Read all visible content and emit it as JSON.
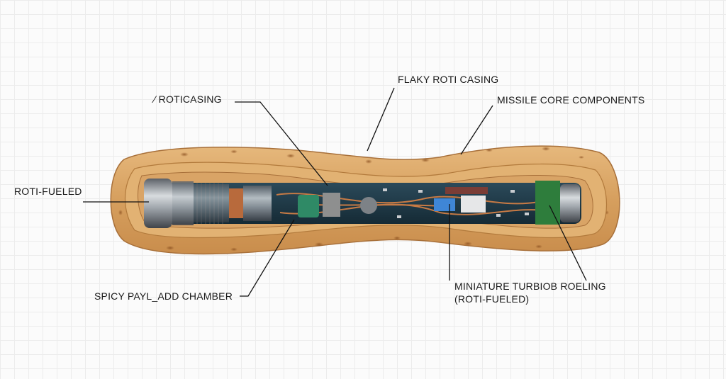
{
  "labels": {
    "roticasing_top": "∕ ROTICASING",
    "flaky_roti_casing": "FLAKY ROTI CASING",
    "missile_core_components": "MISSILE CORE COMPONENTS",
    "roti_fueled": "ROTI-FUELED",
    "spicy_payload_chamber": "SPICY PAYL_ADD CHAMBER",
    "turbine_line1": "MINIATURE TURBIOB ROELING",
    "turbine_line2": "(ROTI-FUELED)"
  },
  "colors": {
    "roti": "#d9a466",
    "roti_dark": "#b27a3c",
    "roti_light": "#ecc58e",
    "circuit": "#1e3a48",
    "metal": "#9aa0a6",
    "leader": "#111111"
  }
}
